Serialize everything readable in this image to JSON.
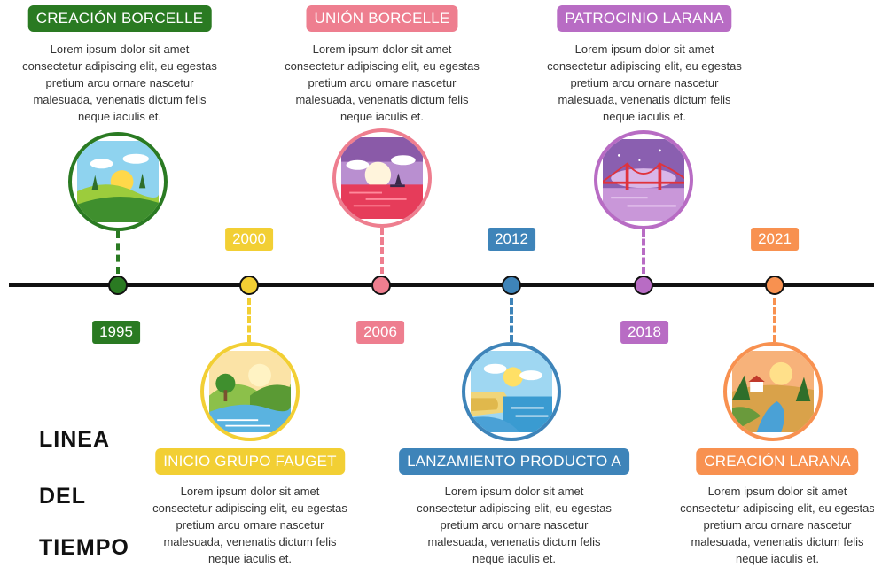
{
  "title": {
    "line1": "LINEA",
    "line2": "DEL",
    "line3": "TIEMPO"
  },
  "events": [
    {
      "year": "1995",
      "label": "CREACIÓN BORCELLE",
      "text": "Lorem ipsum dolor sit amet consectetur adipiscing elit, eu egestas pretium arcu ornare nascetur malesuada, venenatis dictum felis neque iaculis et.",
      "color": "#2a7a22",
      "icon": "landscape-sunrise-icon"
    },
    {
      "year": "2000",
      "label": "INICIO GRUPO FAUGET",
      "text": "Lorem ipsum dolor sit amet consectetur adipiscing elit, eu egestas pretium arcu ornare nascetur malesuada, venenatis dictum felis neque iaculis et.",
      "color": "#f2cf34",
      "icon": "river-hills-icon"
    },
    {
      "year": "2006",
      "label": "UNIÓN BORCELLE",
      "text": "Lorem ipsum dolor sit amet consectetur adipiscing elit, eu egestas pretium arcu ornare nascetur malesuada, venenatis dictum felis neque iaculis et.",
      "color": "#ee7e8f",
      "icon": "sailboat-sunset-icon"
    },
    {
      "year": "2012",
      "label": "LANZAMIENTO PRODUCTO A",
      "text": "Lorem ipsum dolor sit amet consectetur adipiscing elit, eu egestas pretium arcu ornare nascetur malesuada, venenatis dictum felis neque iaculis et.",
      "color": "#3e84b9",
      "icon": "beach-cliff-icon"
    },
    {
      "year": "2018",
      "label": "PATROCINIO LARANA",
      "text": "Lorem ipsum dolor sit amet consectetur adipiscing elit, eu egestas pretium arcu ornare nascetur malesuada, venenatis dictum felis neque iaculis et.",
      "color": "#b86cc4",
      "icon": "bridge-night-icon"
    },
    {
      "year": "2021",
      "label": "CREACIÓN LARANA",
      "text": "Lorem ipsum dolor sit amet consectetur adipiscing elit, eu egestas pretium arcu ornare nascetur malesuada, venenatis dictum felis neque iaculis et.",
      "color": "#f89150",
      "icon": "house-river-icon"
    }
  ]
}
